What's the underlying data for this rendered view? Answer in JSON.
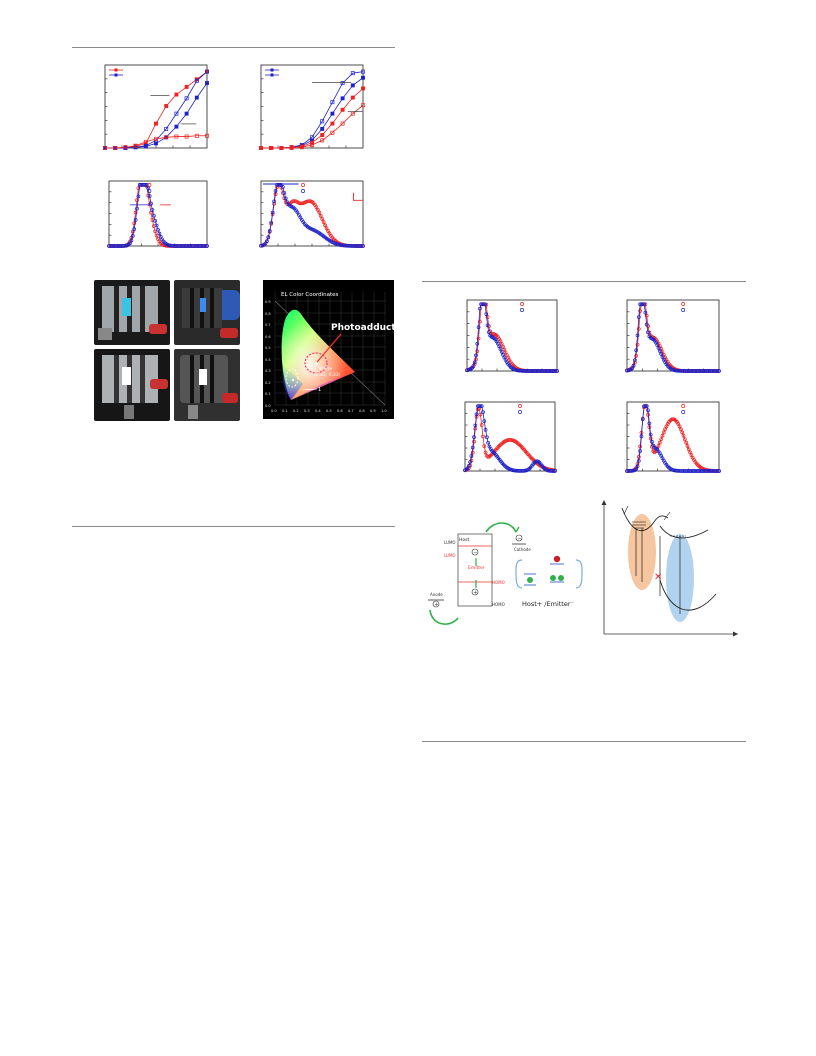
{
  "cie": {
    "title": "EL Color Coordinates",
    "photoadduct_label": "Photoadduct",
    "white_label": "White",
    "white_coords": "(0.31, 0.33)",
    "marker_label": "1",
    "x_ticks": [
      "0.0",
      "0.1",
      "0.2",
      "0.3",
      "0.4",
      "0.5",
      "0.6",
      "0.7",
      "0.8",
      "0.9",
      "1.0"
    ],
    "y_ticks": [
      "0.9",
      "0.8",
      "0.7",
      "0.6",
      "0.5",
      "0.4",
      "0.3",
      "0.2",
      "0.1",
      "0.0"
    ]
  },
  "energy_diagram": {
    "host_label": "Host",
    "emitter_label": "Emitter",
    "lumo_top": "LUMO",
    "lumo_mid": "LUMO",
    "homo_mid": "HOMO",
    "homo_bottom": "HOMO",
    "cathode_label": "Cathode",
    "anode_label": "Anode",
    "minus_sign": "−",
    "plus_sign": "+",
    "complex_label": "Host+ /Emitter⁻",
    "host_e_sign": "−",
    "emitter_h_sign": "+"
  },
  "colors": {
    "red": "#ee2222",
    "blue": "#1e22c8",
    "rule": "#8a8a8a"
  },
  "chart_data": [
    {
      "type": "line",
      "panel": "jv-left",
      "series": [
        {
          "style": "red-filled",
          "x": [
            0,
            1,
            2,
            3,
            4,
            5,
            6,
            7,
            8,
            9,
            10
          ],
          "values": [
            0,
            0,
            0.01,
            0.02,
            0.06,
            0.32,
            0.55,
            0.7,
            0.8,
            0.9,
            1.0
          ]
        },
        {
          "style": "blue-open",
          "x": [
            0,
            1,
            2,
            3,
            4,
            5,
            6,
            7,
            8,
            9,
            10
          ],
          "values": [
            0,
            0,
            0,
            0.01,
            0.03,
            0.1,
            0.25,
            0.45,
            0.65,
            0.88,
            1.0
          ]
        },
        {
          "style": "blue-filled",
          "x": [
            0,
            1,
            2,
            3,
            4,
            5,
            6,
            7,
            8,
            9,
            10
          ],
          "values": [
            0,
            0,
            0,
            0.01,
            0.02,
            0.06,
            0.14,
            0.28,
            0.45,
            0.66,
            0.85
          ]
        },
        {
          "style": "red-open",
          "x": [
            0,
            1,
            2,
            3,
            4,
            5,
            6,
            7,
            8,
            9,
            10
          ],
          "values": [
            0,
            0,
            0.01,
            0.03,
            0.08,
            0.12,
            0.14,
            0.15,
            0.15,
            0.16,
            0.16
          ]
        }
      ]
    },
    {
      "type": "line",
      "panel": "jv-right",
      "series": [
        {
          "style": "blue-open",
          "x": [
            0,
            1,
            2,
            3,
            4,
            5,
            6,
            7,
            8,
            9,
            10
          ],
          "values": [
            0,
            0,
            0,
            0.01,
            0.04,
            0.14,
            0.35,
            0.6,
            0.85,
            0.98,
            1.0
          ]
        },
        {
          "style": "blue-filled",
          "x": [
            0,
            1,
            2,
            3,
            4,
            5,
            6,
            7,
            8,
            9,
            10
          ],
          "values": [
            0,
            0,
            0,
            0.01,
            0.03,
            0.1,
            0.25,
            0.45,
            0.65,
            0.82,
            0.92
          ]
        },
        {
          "style": "red-filled",
          "x": [
            0,
            1,
            2,
            3,
            4,
            5,
            6,
            7,
            8,
            9,
            10
          ],
          "values": [
            0,
            0,
            0,
            0.01,
            0.02,
            0.07,
            0.17,
            0.32,
            0.5,
            0.66,
            0.78
          ]
        },
        {
          "style": "red-open",
          "x": [
            0,
            1,
            2,
            3,
            4,
            5,
            6,
            7,
            8,
            9,
            10
          ],
          "values": [
            0,
            0,
            0,
            0,
            0.01,
            0.04,
            0.1,
            0.2,
            0.32,
            0.45,
            0.56
          ]
        }
      ]
    },
    {
      "type": "line",
      "panel": "el-left",
      "series": [
        {
          "style": "red-open",
          "peaks": [
            [
              0.33,
              1.0,
              0.05
            ],
            [
              0.4,
              0.45,
              0.06
            ]
          ]
        },
        {
          "style": "blue-open",
          "peaks": [
            [
              0.34,
              0.96,
              0.05
            ],
            [
              0.42,
              0.5,
              0.07
            ]
          ]
        }
      ]
    },
    {
      "type": "line",
      "panel": "el-right",
      "series": [
        {
          "style": "red-open",
          "peaks": [
            [
              0.17,
              0.95,
              0.05
            ],
            [
              0.48,
              0.73,
              0.12
            ],
            [
              0.3,
              0.45,
              0.06
            ]
          ]
        },
        {
          "style": "blue-open",
          "peaks": [
            [
              0.17,
              0.95,
              0.05
            ],
            [
              0.3,
              0.55,
              0.08
            ],
            [
              0.5,
              0.25,
              0.12
            ]
          ]
        }
      ]
    },
    {
      "type": "line",
      "panel": "pl-a",
      "series": [
        {
          "style": "red-open",
          "peaks": [
            [
              0.18,
              0.95,
              0.035
            ],
            [
              0.3,
              0.55,
              0.11
            ]
          ]
        },
        {
          "style": "blue-open",
          "peaks": [
            [
              0.17,
              1.0,
              0.035
            ],
            [
              0.28,
              0.5,
              0.1
            ]
          ]
        }
      ]
    },
    {
      "type": "line",
      "panel": "pl-b",
      "series": [
        {
          "style": "red-open",
          "peaks": [
            [
              0.17,
              0.95,
              0.035
            ],
            [
              0.28,
              0.5,
              0.1
            ]
          ]
        },
        {
          "style": "blue-open",
          "peaks": [
            [
              0.16,
              1.0,
              0.035
            ],
            [
              0.27,
              0.48,
              0.09
            ]
          ]
        }
      ]
    },
    {
      "type": "line",
      "panel": "pl-c",
      "series": [
        {
          "style": "red-open",
          "peaks": [
            [
              0.15,
              0.9,
              0.04
            ],
            [
              0.5,
              0.48,
              0.18
            ]
          ]
        },
        {
          "style": "blue-open",
          "peaks": [
            [
              0.16,
              0.95,
              0.05
            ],
            [
              0.28,
              0.3,
              0.1
            ],
            [
              0.8,
              0.15,
              0.05
            ]
          ]
        }
      ]
    },
    {
      "type": "line",
      "panel": "pl-d",
      "series": [
        {
          "style": "red-open",
          "peaks": [
            [
              0.2,
              1.0,
              0.04
            ],
            [
              0.5,
              0.8,
              0.13
            ]
          ]
        },
        {
          "style": "blue-open",
          "peaks": [
            [
              0.2,
              0.98,
              0.035
            ],
            [
              0.3,
              0.35,
              0.08
            ]
          ]
        }
      ]
    }
  ]
}
